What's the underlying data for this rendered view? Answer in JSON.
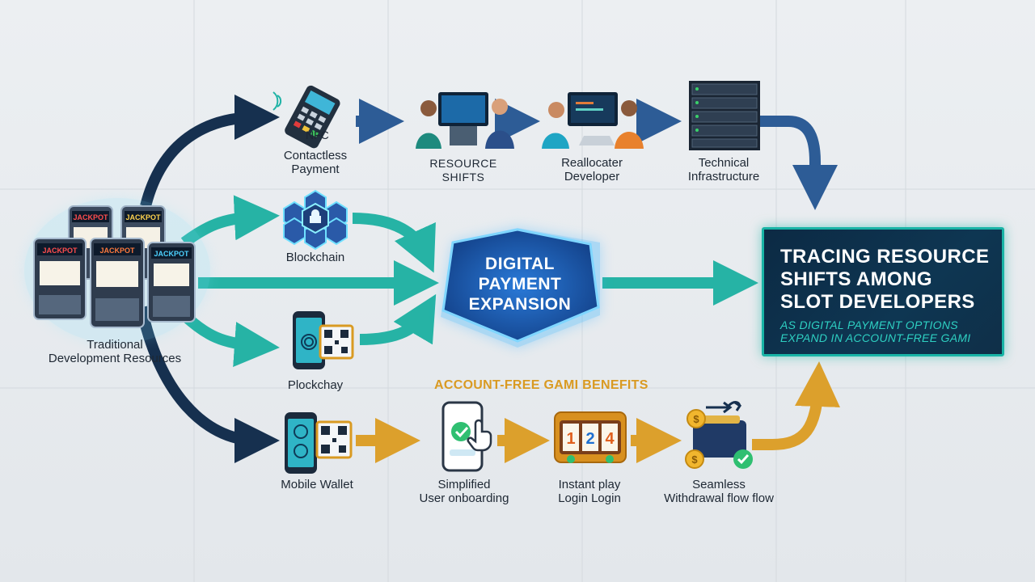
{
  "colors": {
    "navy": "#16304f",
    "blue": "#2d5c96",
    "teal": "#1fb3a6",
    "gold": "#d99a22",
    "hub": "#1d5bb0",
    "title_bg": "#0c2a44"
  },
  "source": {
    "label": "Traditional Development Resources",
    "label_lines": [
      "Traditional",
      "Development Resources"
    ],
    "machine_tag": "JACKPOT",
    "icon": "slot-machine-cluster-icon"
  },
  "top_path": [
    {
      "id": "contactless",
      "label_lines": [
        "Contactless",
        "Payment"
      ],
      "tag": "NFC",
      "icon": "nfc-terminal-icon"
    },
    {
      "id": "resource-shifts",
      "label_lines": [
        "RESOURCE",
        "SHIFTS"
      ],
      "icon": "team-at-screens-icon"
    },
    {
      "id": "reallocater",
      "label_lines": [
        "Reallocater",
        "Developer"
      ],
      "icon": "developers-laptop-icon"
    },
    {
      "id": "tech-infra",
      "label_lines": [
        "Technical",
        "Infrastructure"
      ],
      "icon": "server-rack-icon"
    }
  ],
  "middle_path": [
    {
      "id": "blockchain",
      "label": "Blockchain",
      "icon": "blockchain-hexagon-icon"
    },
    {
      "id": "plockchay",
      "label": "Plockchay",
      "icon": "phone-fingerprint-qr-icon"
    }
  ],
  "hub": {
    "lines": [
      "DIGITAL",
      "PAYMENT",
      "EXPANSION"
    ],
    "icon": "glowing-hub-diamond"
  },
  "bottom_path": {
    "heading": "ACCOUNT-FREE GAMI BENEFITS",
    "items": [
      {
        "id": "mobile-wallet",
        "label_lines": [
          "Mobile Wallet"
        ],
        "icon": "mobile-wallet-qr-icon"
      },
      {
        "id": "simplified",
        "label_lines": [
          "Simplified",
          "User onboarding"
        ],
        "icon": "phone-tap-check-icon"
      },
      {
        "id": "instant",
        "label_lines": [
          "Instant play",
          "Login Login"
        ],
        "reel_digits": [
          "1",
          "2",
          "4"
        ],
        "icon": "slot-reels-icon"
      },
      {
        "id": "seamless",
        "label_lines": [
          "Seamless",
          "Withdrawal flow flow"
        ],
        "icon": "wallet-coins-icon"
      }
    ]
  },
  "title_box": {
    "main_lines": [
      "TRACING RESOURCE",
      "SHIFTS AMONG",
      "SLOT DEVELOPERS"
    ],
    "sub_lines": [
      "AS DIGITAL PAYMENT OPTIONS",
      "EXPAND IN ACCOUNT-FREE GAMI"
    ]
  }
}
